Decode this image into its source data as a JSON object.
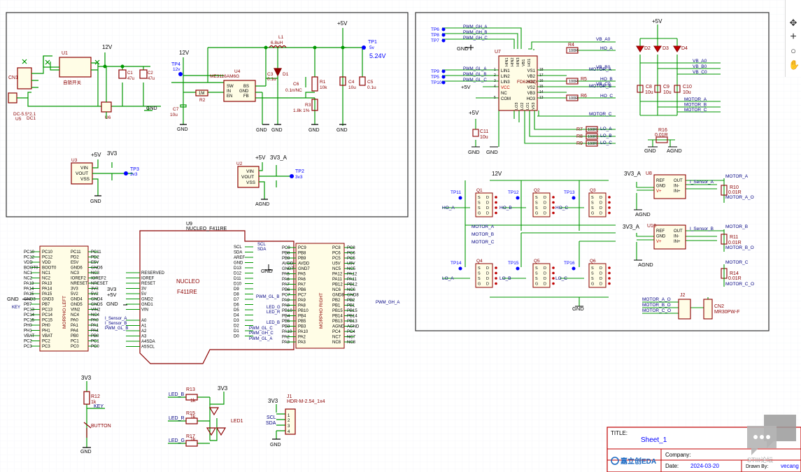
{
  "colors": {
    "wire": "#009700",
    "part": "#8b0000",
    "partFill": "#fffde6",
    "label": "#0000ff",
    "net": "#000080",
    "frame": "#333333",
    "grid": "#eef0f6",
    "pinRed": "#c00000"
  },
  "icons": {
    "tool1": "move-icon",
    "tool2": "plus-icon",
    "tool3": "circle-icon",
    "tool4": "hand-icon",
    "chat": "chat-bubble-icon"
  },
  "power": {
    "cn1": {
      "ref": "CN1",
      "name": "DC-5.5*2.1",
      "ref2": "U5",
      "val": "DC1"
    },
    "u1": {
      "ref": "U1",
      "name": "自锁开关"
    },
    "v12a": "12V",
    "v12b": "12V",
    "v5": "+5V",
    "c1": {
      "ref": "C1",
      "val": "47u"
    },
    "c2": {
      "ref": "C2",
      "val": "47u"
    },
    "u6": "U6",
    "gnd": "GND",
    "tp4": {
      "ref": "TP4",
      "val": "12v"
    },
    "c7": {
      "ref": "C7",
      "val": "10u"
    },
    "r2": {
      "ref": "R2",
      "val": "1M"
    },
    "u4": {
      "ref": "U4",
      "name": "ME3116AM6G",
      "pins": [
        "SW",
        "IN",
        "EN",
        "BS",
        "GND",
        "FB"
      ]
    },
    "l1": {
      "ref": "L1",
      "val": "6.8uH"
    },
    "c3": {
      "ref": "C3",
      "val": "0.1u"
    },
    "d1": "D1",
    "c6": {
      "ref": "C6",
      "val": "0.1n/NC"
    },
    "r1": {
      "ref": "R1",
      "val": "10k"
    },
    "r3": {
      "ref": "R3",
      "val": "1.8k 1%"
    },
    "c4": {
      "ref": "C4",
      "val": "10u"
    },
    "c5": {
      "ref": "C5",
      "val": "0.1u"
    },
    "tp1": {
      "ref": "TP1",
      "val": "5v"
    },
    "vout": "5.24V",
    "u3": {
      "ref": "U3",
      "pins": [
        "VIN",
        "VOUT",
        "VSS"
      ]
    },
    "tp3": {
      "ref": "TP3",
      "val": "3v3"
    },
    "v33": "3V3",
    "v33a": "3V3_A",
    "u2": {
      "ref": "U2",
      "pins": [
        "VIN",
        "VOUT",
        "VSS"
      ]
    },
    "tp2": {
      "ref": "TP2",
      "val": "3v3"
    },
    "agnd": "AGND"
  },
  "mcu": {
    "ref": "U9",
    "name": "NUCLEO_F411RE",
    "center1": "NUCLEO",
    "center2": "F411RE",
    "leftTitle": "MORPHO LEFT",
    "rightTitle": "MORPHO RIGHT",
    "leftA": [
      "PC10",
      "PC12",
      "VDD",
      "BOOT0",
      "NC1",
      "NC2",
      "PA13",
      "PA14",
      "PA15",
      "GND3",
      "PB7",
      "PC13",
      "PC14",
      "PC15",
      "PH0",
      "PH1",
      "VBAT",
      "PC2",
      "PC3"
    ],
    "leftB": [
      "PC11",
      "PD2",
      "E5V",
      "GND6",
      "NC3",
      "IOREF2",
      "NRESET",
      "3V3",
      "5V2",
      "GND4",
      "GND5",
      "VIN2",
      "NC4",
      "PA0",
      "PA1",
      "PA4",
      "PB0",
      "PC1",
      "PC0"
    ],
    "leftOut": [
      "PC10",
      "PC12",
      "VDD",
      "BOOT0",
      "NC1",
      "NC2",
      "PA13",
      "PA14",
      "PA15",
      "GND3",
      "PB7",
      "PC13",
      "PC14",
      "PC15",
      "PH0",
      "PH1",
      "VBAT",
      "PC2",
      "PC3"
    ],
    "leftOutR": [
      "PC11",
      "PD2",
      "E5V",
      "GND6",
      "NC3",
      "IOREF2",
      "NRESET",
      "3V3",
      "5V2",
      "GND4",
      "GND5",
      "VIN2",
      "NC4",
      "PA0",
      "PA1",
      "PA4",
      "PB0",
      "PC1",
      "PC0"
    ],
    "arduPower": [
      "RESERVED",
      "IOREF",
      "RESET",
      "3V",
      "5V",
      "GND2",
      "GND1",
      "VIN"
    ],
    "arduAnalog": [
      "A0",
      "A1",
      "A2",
      "A3",
      "A4SDA",
      "A5SCL"
    ],
    "arduDigital": [
      "SCL",
      "SDA",
      "AREF",
      "GND",
      "D13",
      "D12",
      "D11",
      "D10",
      "D9",
      "D8",
      "D7",
      "D6",
      "D5",
      "D4",
      "D3",
      "D2",
      "D1",
      "D0"
    ],
    "rightA": [
      "PC9",
      "PB8",
      "PB9",
      "AVDD",
      "GND7",
      "PA5",
      "PA6",
      "PA7",
      "PB6",
      "PC7",
      "PA9",
      "PA8",
      "PB10",
      "PB4",
      "PB5",
      "PB3",
      "PA10",
      "PA2",
      "PA3"
    ],
    "rightB": [
      "PC8",
      "PC6",
      "PC5",
      "U5V",
      "NC5",
      "PA12",
      "PA11",
      "PB12",
      "NC6",
      "GND8",
      "PB2",
      "PB1",
      "PB15",
      "PB14",
      "PB13",
      "AGND",
      "PC4",
      "NC7",
      "NC8"
    ],
    "rightOut": [
      "PC8",
      "PC6",
      "PC5",
      "U5V",
      "NC5",
      "PA12",
      "PA11",
      "PB12",
      "NC6",
      "GND8",
      "PB2",
      "PB1",
      "PB15",
      "PB14",
      "PB13",
      "AGND",
      "PC4",
      "NC7",
      "NC8"
    ],
    "nets": {
      "scl": "SCL",
      "sda": "SDA",
      "key": "KEY",
      "isa": "I_Sensor_A",
      "isb": "I_Sensor_B",
      "pwmglb": "PWM_GL_B",
      "pwmglb2": "PWM_GL_B",
      "pwmglc": "PWM_GL_C",
      "pwmghc": "PWM_GH_C",
      "pwmgha": "PWM_GL_A",
      "pwmgha2": "PWM_GH_A",
      "ledg": "LED_G",
      "ledr": "LED_R",
      "ledb": "LED_B",
      "v33": "3V3",
      "v5": "+5V",
      "gnd": "GND"
    }
  },
  "misc": {
    "r12": {
      "ref": "R12",
      "val": "1k"
    },
    "key": "KEY",
    "button": "BUTTON",
    "v33": "3V3",
    "gnd": "GND",
    "r13": {
      "ref": "R13",
      "val": "1k"
    },
    "r15": {
      "ref": "R15",
      "val": "1k"
    },
    "r17": {
      "ref": "R17",
      "val": "1k"
    },
    "ledb": "LED_B",
    "ledr": "LED_R",
    "ledg": "LED_G",
    "led1": "LED1",
    "v33b": "3V3",
    "j1": {
      "ref": "J1",
      "name": "HDR-M-2.54_1x4",
      "pins": [
        "1",
        "2",
        "3",
        "4"
      ],
      "nets": [
        "SCL",
        "SDA"
      ]
    },
    "v33c": "3V3"
  },
  "driver": {
    "tp": [
      "TP6",
      "TP8",
      "TP7",
      "TP9",
      "TP5",
      "TP10"
    ],
    "pwmH": [
      "PWM_GH_A",
      "PWM_GH_B",
      "PWM_GH_C"
    ],
    "pwmL": [
      "PWM_GL_A",
      "PWM_GL_B",
      "PWM_GL_C"
    ],
    "gnd": "GND",
    "v5": "+5V",
    "u7": {
      "ref": "U7",
      "name": "FD6288Q",
      "left": [
        "LIN1",
        "LIN2",
        "LIN3",
        "VCC",
        "NC",
        "COM"
      ],
      "right": [
        "VS1",
        "VB2",
        "HO2",
        "VS2",
        "VB3",
        "HO3"
      ],
      "top": [
        "HIN1",
        "HIN2",
        "HIN3",
        "VB1",
        "HO1"
      ],
      "bottom": [
        "LO3",
        "LO2",
        "LO1",
        "VS3"
      ]
    },
    "pinNums": {
      "left": [
        "1",
        "2",
        "3",
        "4",
        "",
        "5"
      ],
      "right": [
        "18",
        "17",
        "16",
        "15",
        "14",
        "13"
      ]
    },
    "r4": {
      "ref": "R4",
      "val": "100R"
    },
    "r5": {
      "ref": "R5",
      "val": "100R"
    },
    "r6": {
      "ref": "R6",
      "val": "100R"
    },
    "r7": {
      "ref": "R7",
      "val": "100R"
    },
    "r8": {
      "ref": "R8",
      "val": "100R"
    },
    "r9": {
      "ref": "R9",
      "val": "100R"
    },
    "vb": [
      "VB_A0",
      "VB_B0",
      "VB_C0"
    ],
    "ho": [
      "HO_A",
      "HO_B",
      "HO_C"
    ],
    "lo": [
      "LO_A",
      "LO_B",
      "LO_C"
    ],
    "motor": [
      "MOTOR_A",
      "MOTOR_B",
      "MOTOR_C"
    ],
    "c11": {
      "ref": "C11",
      "val": "10u"
    },
    "v5b": "+5V",
    "diodes": [
      "D2",
      "D3",
      "D4"
    ],
    "caps": [
      {
        "ref": "C8",
        "val": "10u"
      },
      {
        "ref": "C9",
        "val": "10u"
      },
      {
        "ref": "C10",
        "val": "10u"
      }
    ],
    "vbR": [
      "VB_A0",
      "VB_B0",
      "VB_C0"
    ],
    "motorR": [
      "MOTOR_A",
      "MOTOR_B",
      "MOTOR_C"
    ],
    "r16": {
      "ref": "R16",
      "val": "0.01R"
    },
    "agnd": "AGND"
  },
  "bridge": {
    "v12": "12V",
    "hi": [
      {
        "tp": "TP11",
        "q": "Q1",
        "net": "HO_A"
      },
      {
        "tp": "TP12",
        "q": "Q2",
        "net": "HO_B"
      },
      {
        "tp": "TP13",
        "q": "Q3",
        "net": "HO_C"
      }
    ],
    "lo": [
      {
        "tp": "TP14",
        "q": "Q4",
        "net": "LO_A"
      },
      {
        "tp": "TP15",
        "q": "Q5",
        "net": "LO_B"
      },
      {
        "tp": "TP16",
        "q": "Q6",
        "net": "LO_C"
      }
    ],
    "qpins": [
      "S",
      "S",
      "S",
      "G",
      "D",
      "D",
      "D",
      "D"
    ],
    "motor": [
      "MOTOR_A",
      "MOTOR_B",
      "MOTOR_C"
    ],
    "gnd": "GND"
  },
  "sense": {
    "u8": {
      "ref": "U8",
      "pins": [
        "REF",
        "GND",
        "V+",
        "OUT",
        "IN-",
        "IN+"
      ],
      "net": "I_Sensor_A"
    },
    "u10": {
      "ref": "U10",
      "pins": [
        "REF",
        "GND",
        "V+",
        "OUT",
        "IN-",
        "IN+"
      ],
      "net": "I_Sensor_B"
    },
    "v33a": "3V3_A",
    "agnd": "AGND",
    "r10": {
      "ref": "R10",
      "val": "0.01R"
    },
    "r11": {
      "ref": "R11",
      "val": "0.01R"
    },
    "r14": {
      "ref": "R14",
      "val": "0.01R"
    },
    "motorA": "MOTOR_A",
    "motorAo": "MOTOR_A_O",
    "motorB": "MOTOR_B",
    "motorBo": "MOTOR_B_O",
    "motorC": "MOTOR_C",
    "motorCo": "MOTOR_C_O",
    "j2": "J2",
    "cn2": {
      "ref": "CN2",
      "name": "MR30PW-F"
    },
    "outs": [
      "MOTOR_A_O",
      "MOTOR_B_O",
      "MOTOR_C_O"
    ]
  },
  "titleBlock": {
    "titleLabel": "TITLE:",
    "title": "Sheet_1",
    "companyLabel": "Company:",
    "company": "",
    "dateLabel": "Date:",
    "date": "2024-03-20",
    "drawnLabel": "Drawn By:",
    "drawn": "vecang",
    "brand": "嘉立创EDA",
    "watermark": "STIII论坛"
  }
}
